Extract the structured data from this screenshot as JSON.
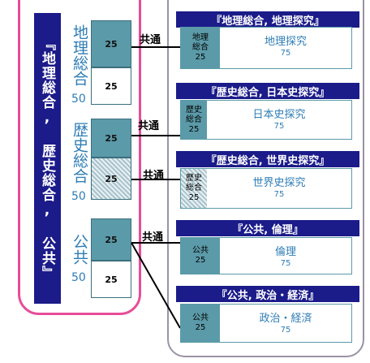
{
  "left": {
    "title": "『地理総合, 歴史総合, 公共』",
    "groups": [
      {
        "label": "地理総合",
        "common_score": "25",
        "own_score": "25",
        "total": "50"
      },
      {
        "label": "歴史総合",
        "common_score": "25",
        "own_score": "25",
        "total": "50"
      },
      {
        "label": "公共",
        "common_score": "25",
        "own_score": "25",
        "total": "50"
      }
    ]
  },
  "link_label": "共通",
  "courses": [
    {
      "banner": "『地理総合, 地理探究』",
      "sub_label": "地理\n総合",
      "sub_score": "25",
      "name": "地理探究",
      "score": "75"
    },
    {
      "banner": "『歴史総合, 日本史探究』",
      "sub_label": "歴史\n総合",
      "sub_score": "25",
      "name": "日本史探究",
      "score": "75"
    },
    {
      "banner": "『歴史総合, 世界史探究』",
      "sub_label": "歴史\n総合",
      "sub_score": "25",
      "name": "世界史探究",
      "score": "75"
    },
    {
      "banner": "『公共, 倫理』",
      "sub_label": "公共",
      "sub_score": "25",
      "name": "倫理",
      "score": "75"
    },
    {
      "banner": "『公共, 政治・経済』",
      "sub_label": "公共",
      "sub_score": "25",
      "name": "政治・経済",
      "score": "75"
    }
  ],
  "colors": {
    "navy": "#1b1b8a",
    "teal": "#5b9aa8",
    "pink": "#e84c98",
    "blue_text": "#2e7db5"
  }
}
